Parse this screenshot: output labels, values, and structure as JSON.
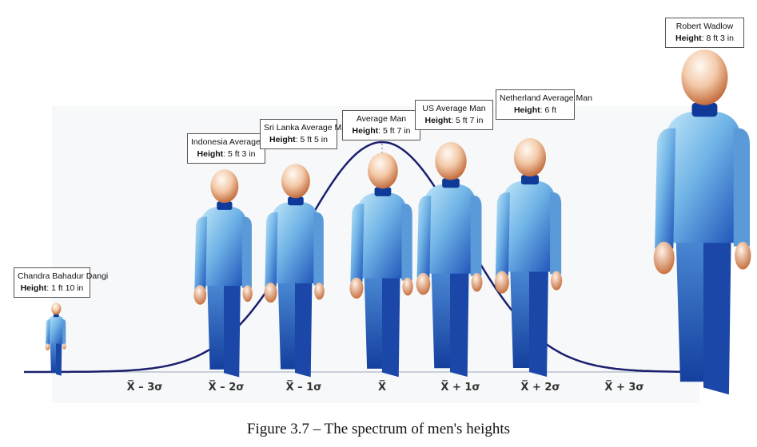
{
  "caption": "Figure 3.7 – The spectrum of men's heights",
  "axis_labels": [
    "X̅ – 3σ",
    "X̅ – 2σ",
    "X̅ – 1σ",
    "X̅",
    "X̅ + 1σ",
    "X̅ + 2σ",
    "X̅ + 3σ"
  ],
  "people": [
    {
      "name": "Chandra Bahadur Dangi",
      "height_label": "Height",
      "height_value": "1 ft 10 in"
    },
    {
      "name": "Indonesia Average Man",
      "height_label": "Height",
      "height_value": "5 ft 3 in"
    },
    {
      "name": "Sri Lanka Average Man",
      "height_label": "Height",
      "height_value": "5 ft 5 in"
    },
    {
      "name": "Average Man",
      "height_label": "Height",
      "height_value": "5 ft 7 in"
    },
    {
      "name": "US Average Man",
      "height_label": "Height",
      "height_value": "5 ft 7 in"
    },
    {
      "name": "Netherland Average Man",
      "height_label": "Height",
      "height_value": "6 ft"
    },
    {
      "name": "Robert Wadlow",
      "height_label": "Height",
      "height_value": "8 ft 3 in"
    }
  ],
  "colors": {
    "curve": "#1a1f6e",
    "figure_light": "#a8d8f0",
    "figure_dark": "#1c4fb8",
    "head_light": "#fff6ee",
    "head_dark": "#c8622c"
  }
}
